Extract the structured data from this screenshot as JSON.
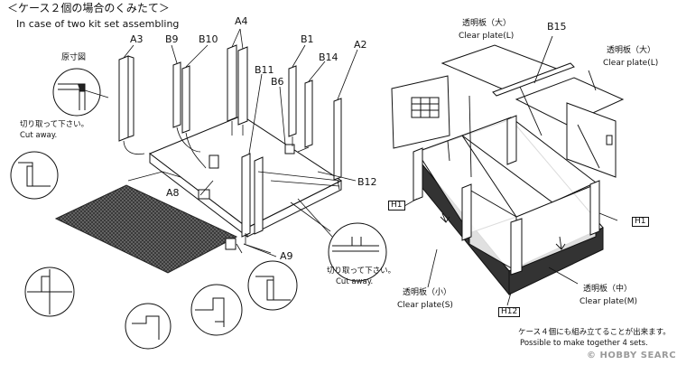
{
  "title": {
    "jp": "＜ケース２個の場合のくみたて＞",
    "en": "In case of two kit set assembling"
  },
  "left_diagram": {
    "actual_size_jp": "原寸図",
    "cut_away_jp": "切り取って下さい。",
    "cut_away_en": "Cut away.",
    "cut_away2_jp": "切り取って下さい。",
    "cut_away2_en": "Cut away.",
    "part_labels": [
      "A3",
      "B9",
      "B10",
      "A4",
      "B1",
      "B14",
      "A2",
      "B6",
      "B11",
      "A8",
      "B12",
      "A9"
    ]
  },
  "right_diagram": {
    "clear_plate_l_top_jp": "透明板（大）",
    "clear_plate_l_top_en": "Clear plate(L)",
    "b15": "B15",
    "clear_plate_l_right_jp": "透明板（大）",
    "clear_plate_l_right_en": "Clear plate(L)",
    "h1_left": "H1",
    "h1_right": "H1",
    "h12": "H12",
    "clear_plate_s_jp": "透明板（小）",
    "clear_plate_s_en": "Clear plate(S)",
    "clear_plate_m_jp": "透明板（中）",
    "clear_plate_m_en": "Clear plate(M)",
    "note_jp": "ケース４個にも組み立てることが出来ます。",
    "note_en": "Possible to make together 4 sets."
  },
  "watermark": "© HOBBY SEARCH",
  "colors": {
    "line": "#111111",
    "mesh": "#555555",
    "base": "#333333"
  }
}
